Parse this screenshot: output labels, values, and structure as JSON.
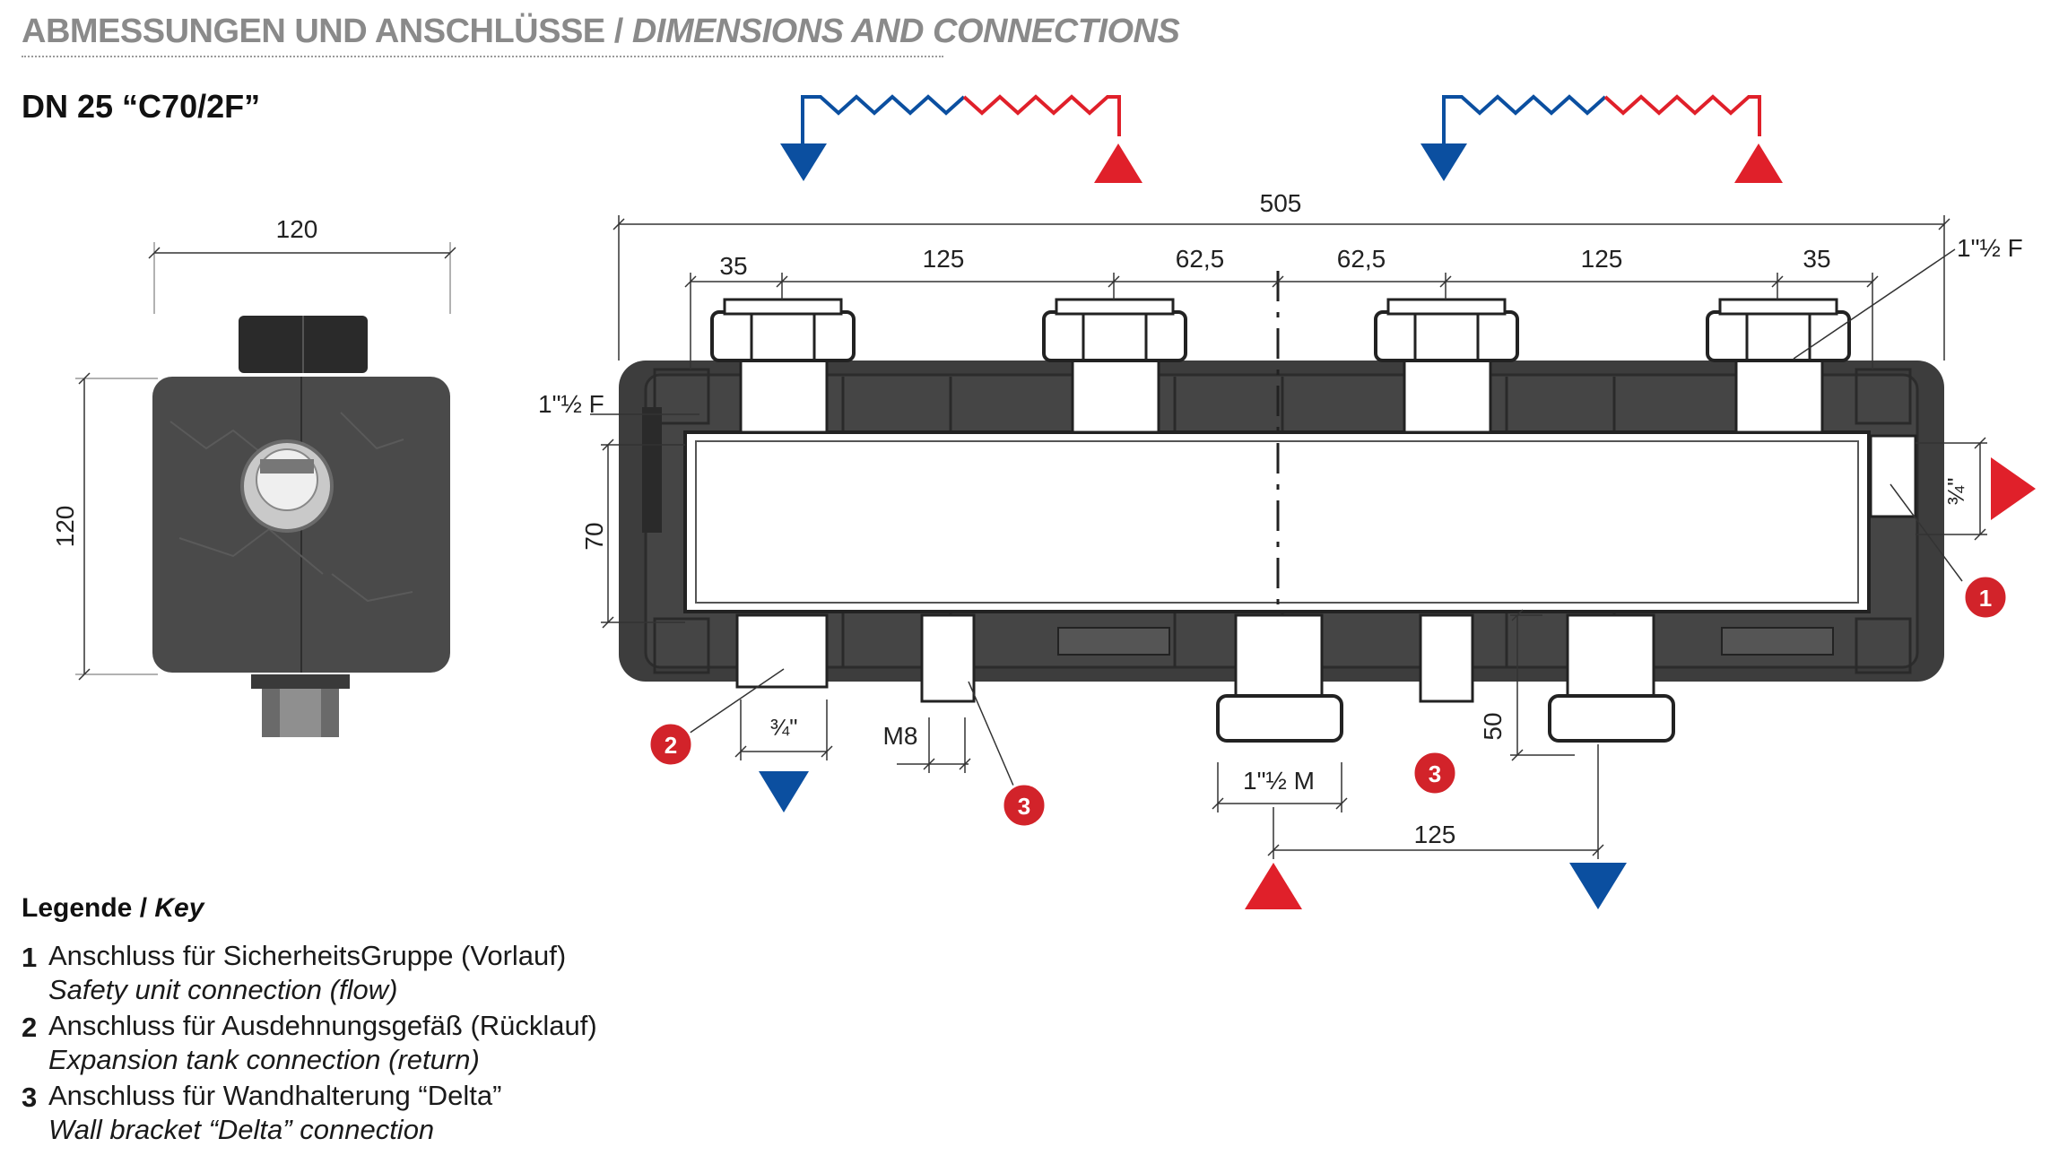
{
  "header": {
    "title_de": "ABMESSUNGEN UND ANSCHLÜSSE /",
    "title_en": "DIMENSIONS AND CONNECTIONS"
  },
  "model": "DN 25 “C70/2F”",
  "side_view": {
    "width_label": "120",
    "height_label": "120"
  },
  "front_view": {
    "total_width": "505",
    "seg_35_left": "35",
    "seg_125_left": "125",
    "seg_62_left": "62,5",
    "seg_62_right": "62,5",
    "seg_125_right": "125",
    "seg_35_right": "35",
    "top_right_thread": "1\"½ F",
    "left_thread": "1\"½ F",
    "height_70": "70",
    "right_port": "¾\"",
    "bottom_port_left": "¾\"",
    "bolt": "M8",
    "bottom_thread": "1\"½ M",
    "depth_50": "50",
    "bottom_spacing": "125"
  },
  "badges": [
    "1",
    "2",
    "3",
    "3"
  ],
  "colors": {
    "flow": "#e0202a",
    "return": "#0b4fa0",
    "body": "#3a3a3a",
    "header_text": "#8a8a8a"
  },
  "legend": {
    "title_de": "Legende /",
    "title_en": "Key",
    "items": [
      {
        "num": "1",
        "de": "Anschluss für SicherheitsGruppe (Vorlauf)",
        "en": "Safety unit connection (flow)"
      },
      {
        "num": "2",
        "de": "Anschluss für Ausdehnungsgefäß (Rücklauf)",
        "en": "Expansion tank connection (return)"
      },
      {
        "num": "3",
        "de": "Anschluss für Wandhalterung “Delta”",
        "en": "Wall bracket “Delta” connection"
      }
    ]
  }
}
